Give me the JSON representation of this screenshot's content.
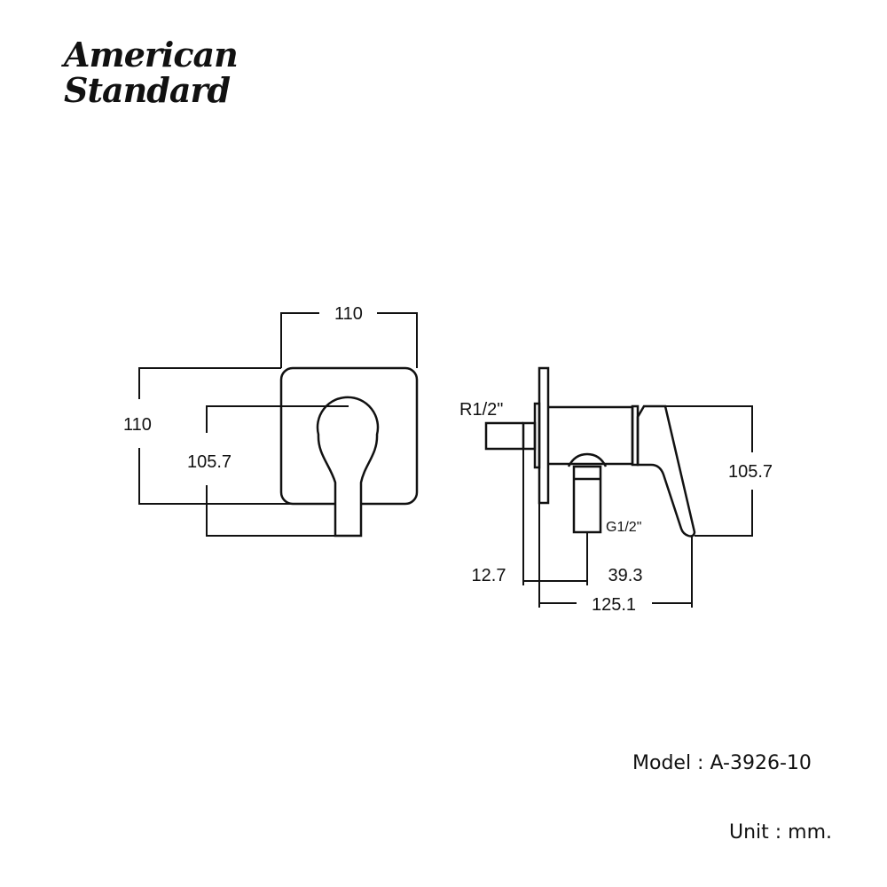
{
  "logo": {
    "line1": "American",
    "line2": "Standard"
  },
  "front_view": {
    "width_label": "110",
    "height_label": "110",
    "handle_height_label": "105.7"
  },
  "side_view": {
    "inlet_label": "R1/2\"",
    "outlet_label": "G1/2\"",
    "height_label": "105.7",
    "inlet_offset_label": "12.7",
    "outlet_offset_label": "39.3",
    "depth_label": "125.1"
  },
  "footer": {
    "model": "Model : A-3926-10",
    "unit": "Unit : mm."
  }
}
